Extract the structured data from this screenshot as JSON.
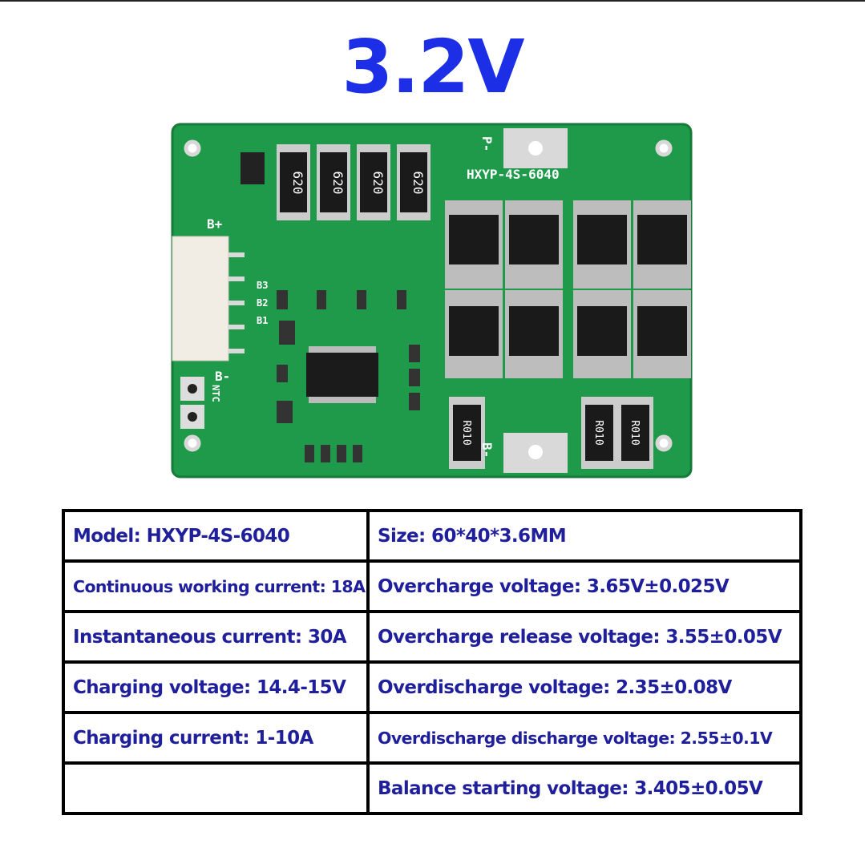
{
  "title": "3.2V",
  "board": {
    "model_silk": "HXYP-4S-6040",
    "labels": {
      "bplus": "B+",
      "bminus_left": "B-",
      "pminus": "P-",
      "bminus": "B-",
      "ntc": "NTC",
      "b1": "B1",
      "b2": "B2",
      "b3": "B3"
    },
    "resistor_code": "620",
    "shunt_code": "R010",
    "colors": {
      "pcb": "#1f9a4a",
      "silk": "#ffffff",
      "pad": "#c8c8c8",
      "component": "#1a1a1a"
    }
  },
  "specs": {
    "rows": [
      [
        "Model: HXYP-4S-6040",
        "Size: 60*40*3.6MM"
      ],
      [
        "Continuous working current: 18A",
        "Overcharge voltage: 3.65V±0.025V"
      ],
      [
        "Instantaneous current: 30A",
        "Overcharge release voltage: 3.55±0.05V"
      ],
      [
        "Charging voltage: 14.4-15V",
        "Overdischarge voltage: 2.35±0.08V"
      ],
      [
        "Charging current: 1-10A",
        "Overdischarge discharge voltage: 2.55±0.1V"
      ],
      [
        "",
        "Balance starting voltage: 3.405±0.05V"
      ]
    ]
  }
}
